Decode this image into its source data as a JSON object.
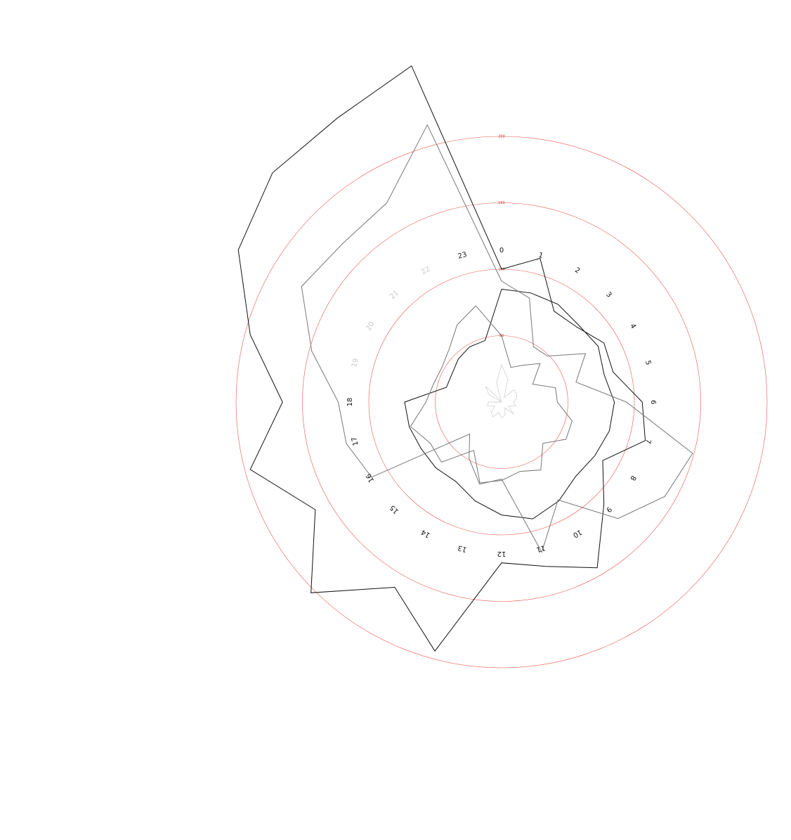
{
  "chart_data": {
    "type": "radar",
    "categories": [
      "0",
      "1",
      "2",
      "3",
      "4",
      "5",
      "6",
      "7",
      "8",
      "9",
      "10",
      "11",
      "12",
      "13",
      "14",
      "15",
      "16",
      "17",
      "18",
      "19",
      "20",
      "21",
      "22",
      "23"
    ],
    "rings": [
      {
        "value": 50,
        "label": "50"
      },
      {
        "value": 100,
        "label": "100"
      },
      {
        "value": 150,
        "label": "150"
      },
      {
        "value": 200,
        "label": "200"
      }
    ],
    "label_colors": {
      "hours_0_to_18": "#111111",
      "hours_19_to_22": "#c8c8c8",
      "hour_23": "#111111"
    },
    "series": [
      {
        "color": "#d6d6d6",
        "stroke_width": 0.9,
        "values": [
          28,
          18,
          4,
          13,
          13,
          12,
          9,
          11,
          6,
          13,
          5,
          10,
          12,
          8,
          13,
          11,
          6,
          11,
          10,
          0,
          11,
          17,
          1,
          15
        ]
      },
      {
        "color": "#111111",
        "stroke_width": 1.0,
        "values": [
          85,
          85,
          85,
          82,
          84,
          80,
          85,
          84,
          81,
          79,
          86,
          91,
          85,
          77,
          69,
          70,
          70,
          72,
          73,
          43,
          43,
          46,
          48,
          48
        ]
      },
      {
        "color": "#777777",
        "stroke_width": 1.0,
        "values": [
          50,
          27,
          32,
          41,
          27,
          42,
          42,
          55,
          56,
          44,
          59,
          54,
          59,
          63,
          42,
          64,
          62,
          71,
          57,
          53,
          52,
          56,
          67,
          75
        ]
      },
      {
        "color": "#111111",
        "stroke_width": 1.0,
        "values": [
          100,
          112,
          79,
          80,
          89,
          87,
          106,
          112,
          88,
          109,
          144,
          128,
          121,
          194,
          161,
          203,
          162,
          196,
          165,
          196,
          229,
          244,
          247,
          262
        ]
      },
      {
        "color": "#777777",
        "stroke_width": 1.0,
        "values": [
          91,
          81,
          48,
          49,
          73,
          58,
          94,
          149,
          142,
          124,
          85,
          117,
          58,
          64,
          49,
          34,
          113,
          121,
          123,
          148,
          174,
          169,
          173,
          216
        ]
      }
    ]
  }
}
